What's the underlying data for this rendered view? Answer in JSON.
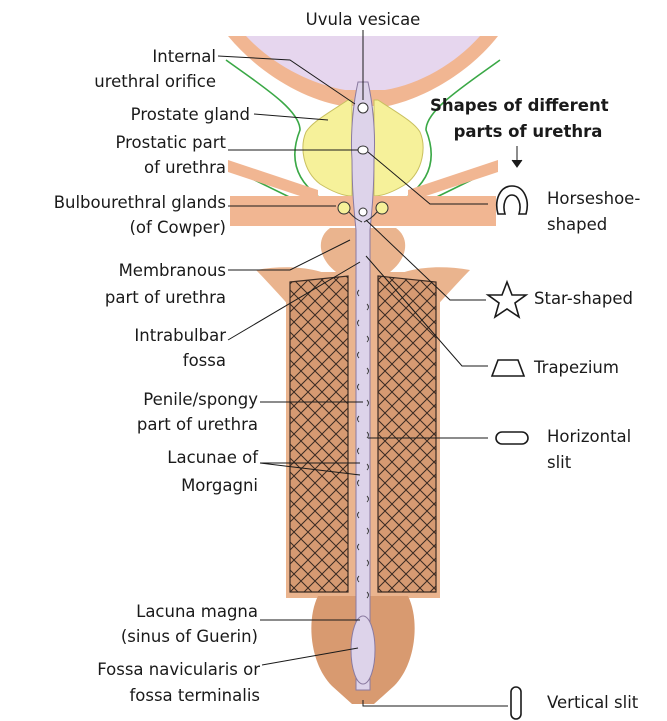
{
  "labels": {
    "uvula_vesicae": "Uvula vesicae",
    "internal_orifice_1": "Internal",
    "internal_orifice_2": "urethral orifice",
    "prostate_gland": "Prostate gland",
    "prostatic_part_1": "Prostatic part",
    "prostatic_part_2": "of urethra",
    "bulbourethral_1": "Bulbourethral glands",
    "bulbourethral_2": "(of Cowper)",
    "membranous_1": "Membranous",
    "membranous_2": "part of urethra",
    "intrabulbar_1": "Intrabulbar",
    "intrabulbar_2": "fossa",
    "penile_1": "Penile/spongy",
    "penile_2": "part of urethra",
    "lacunae_1": "Lacunae of",
    "lacunae_2": "Morgagni",
    "lacuna_magna_1": "Lacuna magna",
    "lacuna_magna_2": "(sinus of Guerin)",
    "fossa_nav_1": "Fossa navicularis or",
    "fossa_nav_2": "fossa terminalis"
  },
  "shapes_heading": {
    "line1": "Shapes of different",
    "line2": "parts of urethra"
  },
  "shapes": {
    "horseshoe_1": "Horseshoe-",
    "horseshoe_2": "shaped",
    "star": "Star-shaped",
    "trapezium": "Trapezium",
    "horizontal_1": "Horizontal",
    "horizontal_2": "slit",
    "vertical": "Vertical slit"
  },
  "colors": {
    "bladder": "#e6d6ee",
    "bladder_wall": "#f1b692",
    "prostate": "#f6f19a",
    "penis": "#eab48e",
    "penis_dark": "#d89a70",
    "urethra": "#ddd3ea",
    "fascia": "#3aa846"
  }
}
